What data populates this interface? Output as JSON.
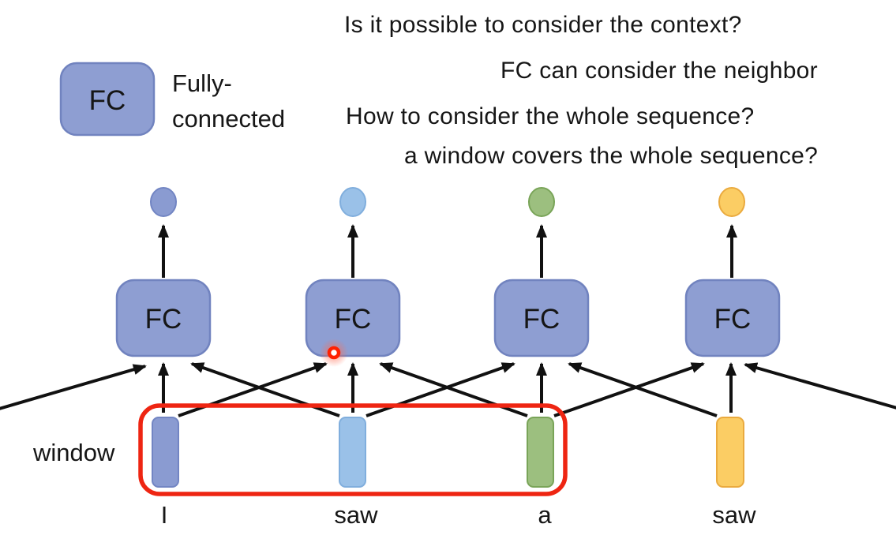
{
  "slide": {
    "legend": {
      "box_label": "FC",
      "name_line1": "Fully-",
      "name_line2": "connected"
    },
    "questions": {
      "line1": "Is it possible to consider the context?",
      "line2": "FC can consider the neighbor",
      "line3": "How to consider the whole sequence?",
      "line4": "a window covers the whole sequence?"
    },
    "window": {
      "label": "window"
    },
    "network": {
      "fc_labels": [
        "FC",
        "FC",
        "FC",
        "FC"
      ],
      "tokens": [
        "I",
        "saw",
        "a",
        "saw"
      ]
    }
  },
  "colors": {
    "fc_fill": "#8e9ed2",
    "fc_border": "#7183bf",
    "blue_fill": "#8a9bd1",
    "blue_border": "#7285c3",
    "lightblue_fill": "#9ac1e8",
    "lightblue_border": "#80aedd",
    "green_fill": "#9cbf7f",
    "green_border": "#79a458",
    "yellow_fill": "#fbcd64",
    "yellow_border": "#eaaa3e",
    "window_red": "#ee2512",
    "laser_red": "#ff2000",
    "text_black": "#161616"
  }
}
